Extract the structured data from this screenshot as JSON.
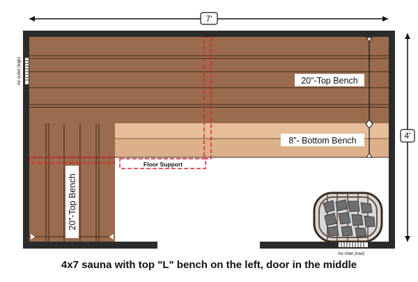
{
  "dimensions": {
    "width_label": "7'",
    "depth_label": "4'"
  },
  "labels": {
    "top_bench_back": "20”-Top Bench",
    "bottom_bench": "8”- Bottom Bench",
    "top_bench_left": "20”-Top Bench",
    "floor_support": "Floor Support",
    "air_outlet": "Air outlet (high)",
    "air_inlet": "Air Inlet (low)"
  },
  "caption": "4x7 sauna with top \"L\" bench on the left, door in the middle",
  "colors": {
    "wall": "#2b2b2b",
    "top_bench": "#9b6b4d",
    "bottom_bench": "#dcb08a",
    "slat_line": "#3d2a1e",
    "floor_support_dash": "#e0212b"
  },
  "icons": [
    "sauna-heater-icon",
    "vent-grille-icon"
  ]
}
